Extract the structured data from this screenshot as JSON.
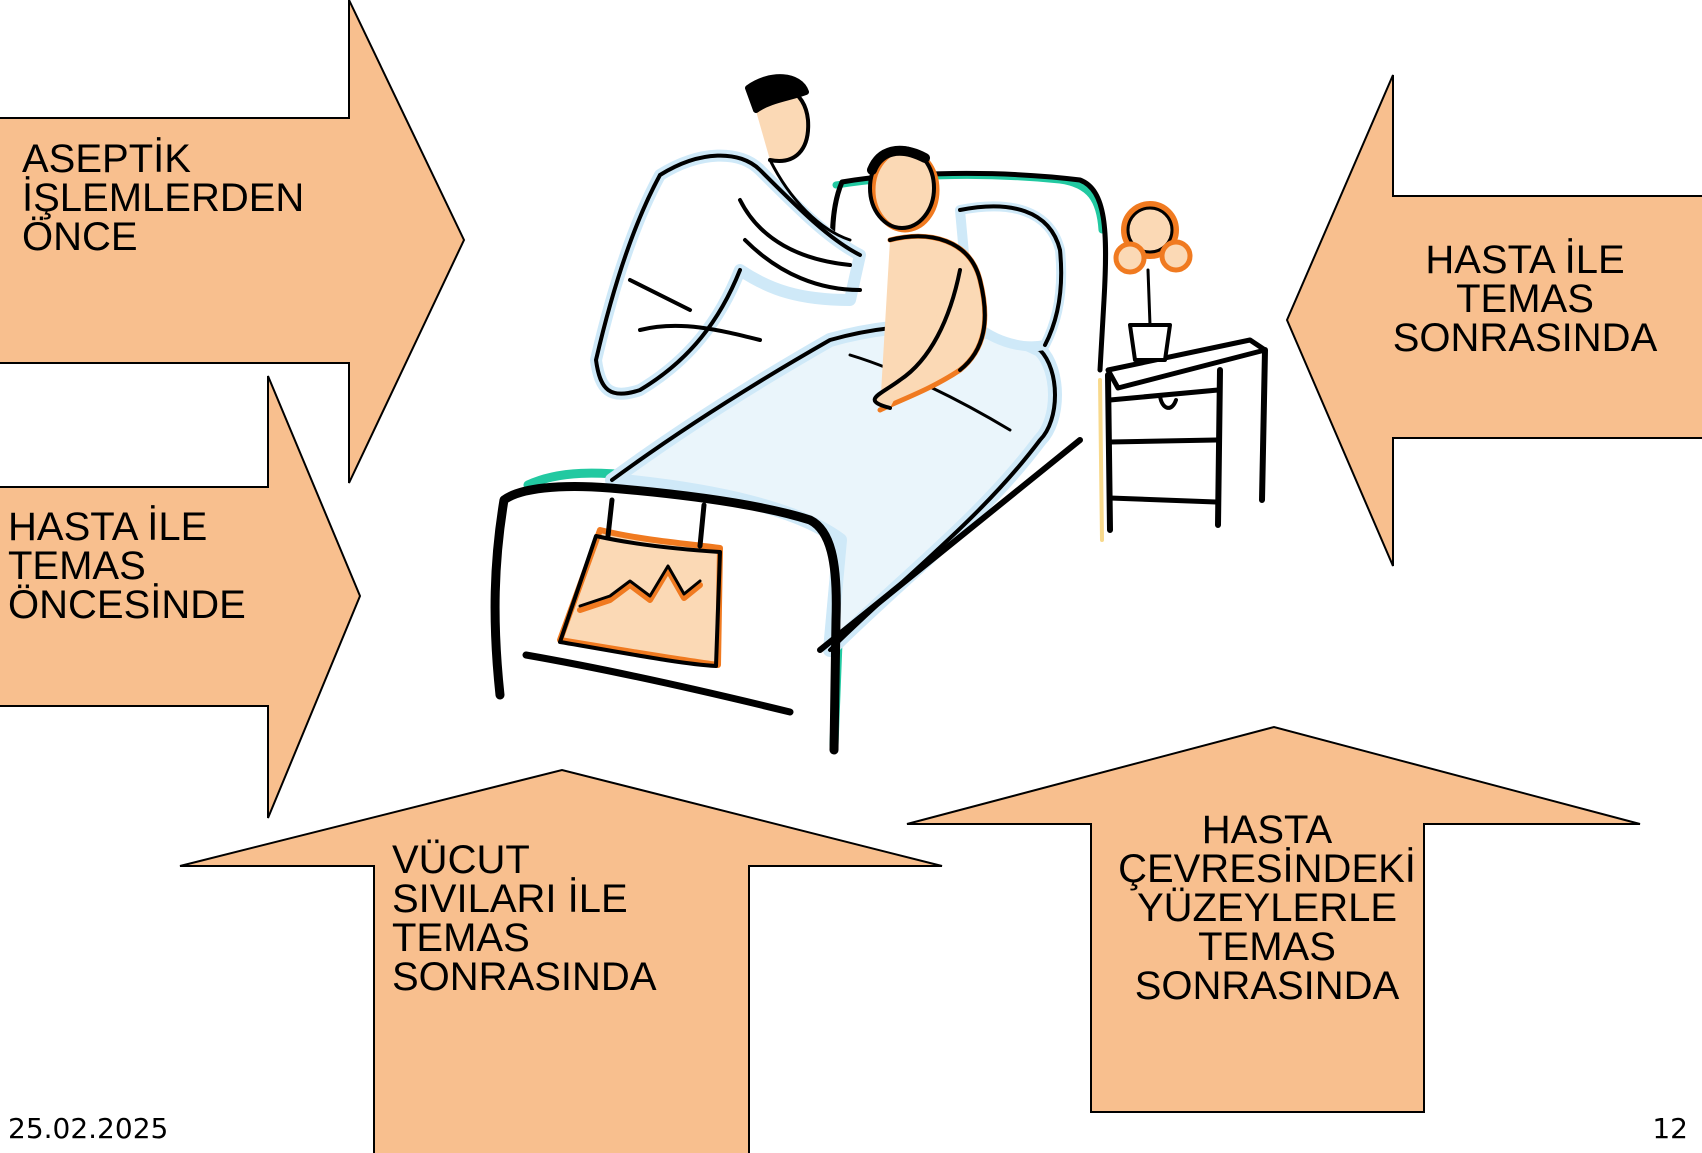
{
  "colors": {
    "arrow_fill": "#f8bf8e",
    "arrow_stroke": "#000000",
    "mint": "#22c9a1",
    "orange": "#f07a20",
    "sky": "#cfe9f8",
    "skin": "#fbd9b5"
  },
  "arrows": {
    "aseptic": {
      "lines": [
        "ASEPTİK",
        "İŞLEMLERDEN",
        "ÖNCE"
      ],
      "direction": "right"
    },
    "before_contact": {
      "lines": [
        "HASTA İLE",
        "TEMAS",
        "ÖNCESİNDE"
      ],
      "direction": "right"
    },
    "after_contact": {
      "lines": [
        "HASTA İLE",
        "TEMAS",
        "SONRASINDA"
      ],
      "direction": "left"
    },
    "body_fluids": {
      "lines": [
        "VÜCUT",
        "SIVILARI İLE",
        "TEMAS",
        "SONRASINDA"
      ],
      "direction": "up"
    },
    "surroundings": {
      "lines": [
        "HASTA",
        "ÇEVRESİNDEKİ",
        "YÜZEYLERLE",
        "TEMAS",
        "SONRASINDA"
      ],
      "direction": "up"
    }
  },
  "illustration": {
    "icon": "doctor-examining-patient-in-bed-icon"
  },
  "footer": {
    "date": "25.02.2025",
    "page": "12"
  }
}
